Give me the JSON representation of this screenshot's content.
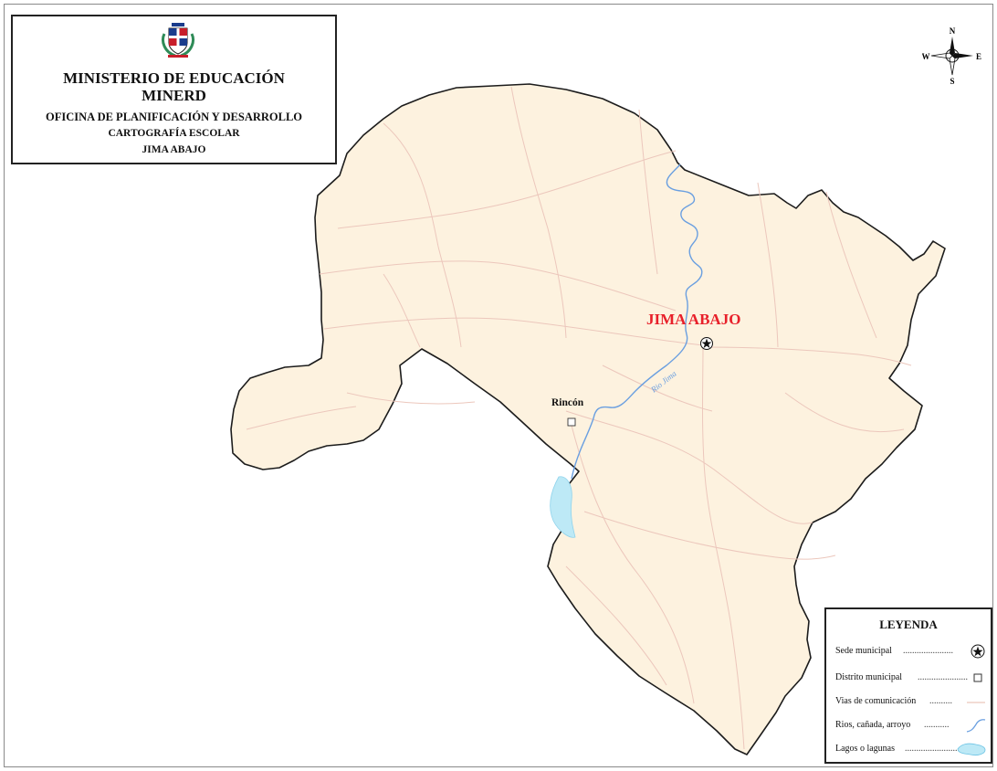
{
  "title_block": {
    "line1": "MINISTERIO DE EDUCACIÓN",
    "line2": "MINERD",
    "line3": "OFICINA DE PLANIFICACIÓN Y DESARROLLO",
    "line4": "CARTOGRAFÍA ESCOLAR",
    "line5": "JIMA ABAJO"
  },
  "compass": {
    "n": "N",
    "s": "S",
    "e": "E",
    "w": "W"
  },
  "map_labels": {
    "municipality": "JIMA ABAJO",
    "district": "Rincón",
    "river": "Rio Jima"
  },
  "legend": {
    "title": "LEYENDA",
    "items": [
      {
        "label": "Sede municipal",
        "dots": "......................",
        "symbol": "star-circle-icon"
      },
      {
        "label": "Distrito  municipal",
        "dots": "......................",
        "symbol": "square-icon"
      },
      {
        "label": "Vias de comunicación",
        "dots": "..........",
        "symbol": "road-line-icon"
      },
      {
        "label": "Rios, cañada, arroyo",
        "dots": "...........",
        "symbol": "river-icon"
      },
      {
        "label": "Lagos o lagunas",
        "dots": "........................",
        "symbol": "lake-icon"
      }
    ]
  },
  "colors": {
    "land": "#fdf2df",
    "boundary": "#1c1c1c",
    "road": "#ecc7bc",
    "river": "#6a9fe0",
    "lake": "#bde9f6",
    "municipality_label": "#e8202a"
  }
}
